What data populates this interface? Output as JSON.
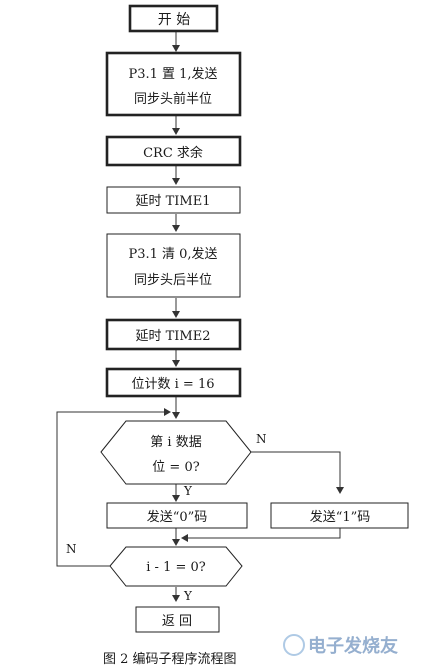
{
  "flowchart": {
    "start": "开 始",
    "step1": [
      "P3.1 置 1,发送",
      "同步头前半位"
    ],
    "crc": "CRC 求余",
    "delay1": "延时 TIME1",
    "step2": [
      "P3.1 清 0,发送",
      "同步头后半位"
    ],
    "delay2": "延时 TIME2",
    "init": "位计数 i = 16",
    "decision1": [
      "第 i 数据",
      "位 = 0?"
    ],
    "send0": "发送“0”码",
    "send1": "发送“1”码",
    "decision2": "i - 1 = 0?",
    "return": "返  回",
    "yes": "Y",
    "no": "N"
  },
  "caption": "图 2    编码子程序流程图",
  "watermark": "电子发烧友"
}
